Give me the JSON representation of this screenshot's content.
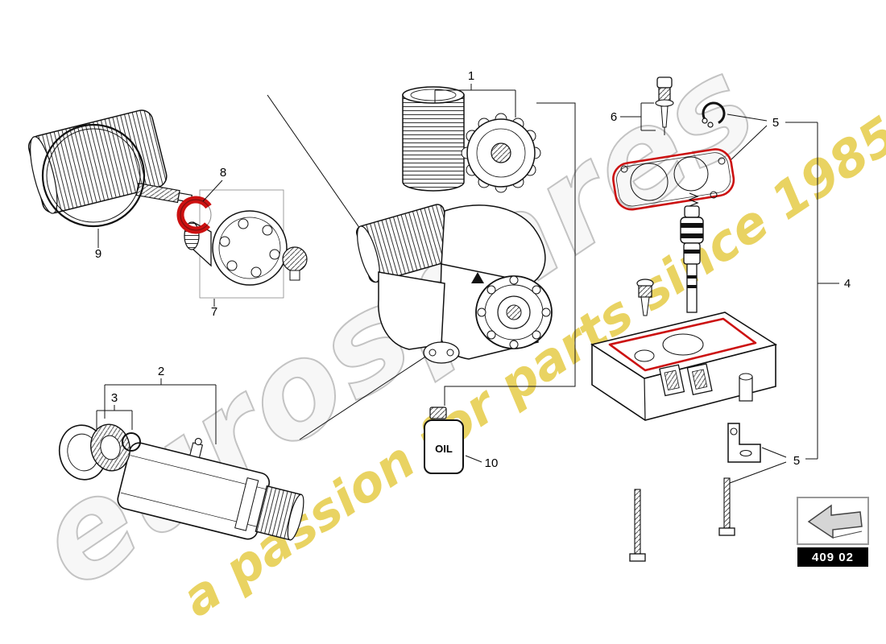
{
  "diagram": {
    "watermark": {
      "brand": "eurospares",
      "tagline": "a passion for parts since 1985"
    },
    "callouts": {
      "c1": "1",
      "c2": "2",
      "c3": "3",
      "c4": "4",
      "c5_top": "5",
      "c5_bottom": "5",
      "c6": "6",
      "c7": "7",
      "c8": "8",
      "c9": "9",
      "c10": "10"
    },
    "oil_bottle_label": "OIL",
    "part_code": "409 02",
    "colors": {
      "highlight_red": "#cc1111",
      "watermark_yellow": "#e7cf52",
      "watermark_gray": "#c3c3c3",
      "code_box_bg": "#000000"
    }
  }
}
